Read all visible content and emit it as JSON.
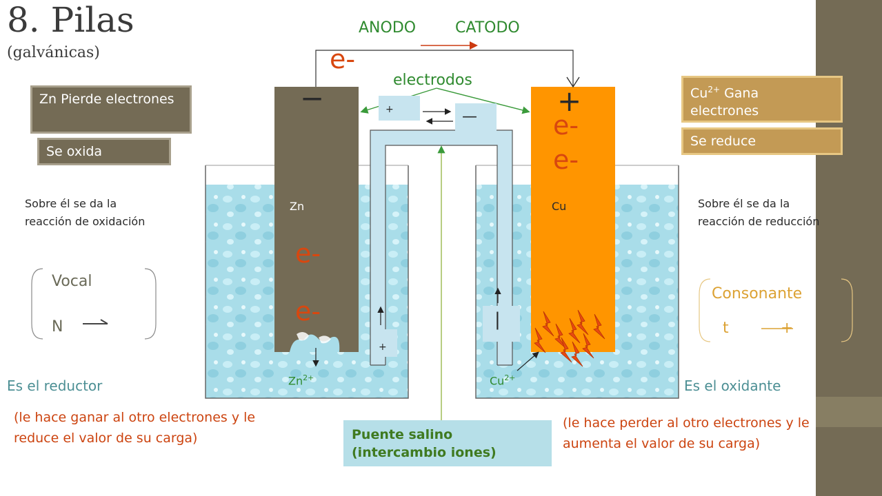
{
  "title": "8. Pilas",
  "subtitle": "(galvánicas)",
  "top": {
    "anodo": "ANODO",
    "catodo": "CATODO",
    "electron": "e-",
    "electrodos": "electrodos"
  },
  "left": {
    "box1": "Zn Pierde electrones",
    "box2": "Se oxida",
    "reaction": [
      "Sobre él se da la",
      "reacción de oxidación"
    ],
    "vocal": "Vocal",
    "letter": "N",
    "role": "Es el reductor",
    "explanation": [
      "(le hace ganar al otro electrones y le",
      "reduce el valor de su carga)"
    ]
  },
  "right": {
    "box1_ion": "Cu",
    "box1_sup": "2+",
    "box1_text": "Gana",
    "box1_line2": "electrones",
    "box2": "Se reduce",
    "reaction": [
      "Sobre él se da la",
      "reacción de reducción"
    ],
    "consonante": "Consonante",
    "letter": "t",
    "role": "Es el oxidante",
    "explanation": [
      "(le hace perder al otro electrones y le",
      "aumenta el valor de su carga)"
    ]
  },
  "cell": {
    "anode_sign": "−",
    "cathode_sign": "+",
    "zn": "Zn",
    "cu": "Cu",
    "zn_ion": "Zn",
    "cu_ion": "Cu",
    "ion_charge": "2+",
    "electron": "e-",
    "plus_small": "+",
    "minus_box": "—",
    "bar_box": "|",
    "bridge_label": "Puente salino (intercambio iones)"
  },
  "colors": {
    "anode": "#746b55",
    "cathode": "#ff9500",
    "solution": "#a8dce8",
    "accent": "#cc4410"
  }
}
